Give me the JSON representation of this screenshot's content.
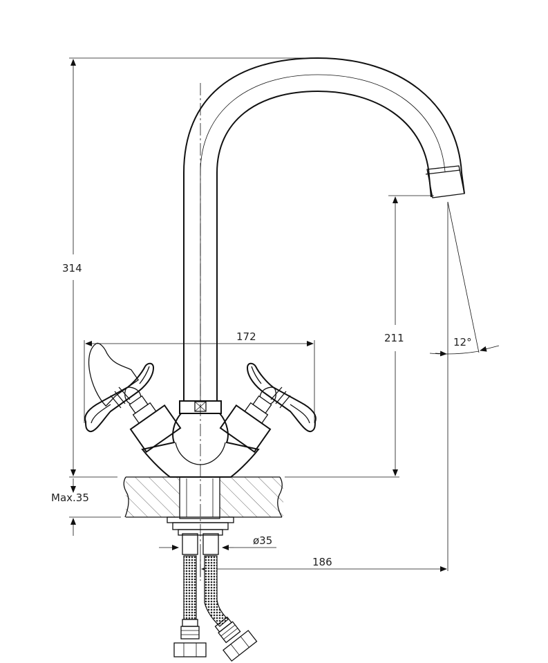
{
  "dimensions": {
    "total_height": "314",
    "spout_height": "211",
    "handle_span": "172",
    "spout_angle": "12°",
    "max_thickness": "Max.35",
    "hole_diameter": "ø35",
    "spout_reach": "186"
  },
  "colors": {
    "line": "#111111",
    "background": "#ffffff"
  }
}
